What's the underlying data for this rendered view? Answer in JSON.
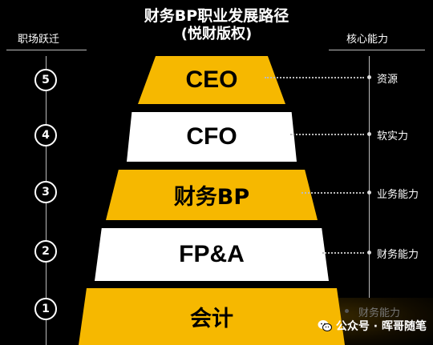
{
  "title": "财务BP职业发展路径",
  "subtitle": "(悦财版权)",
  "left_header": "职场跃迁",
  "right_header": "核心能力",
  "tiers": [
    {
      "level": "5",
      "label": "CEO",
      "skill": "资源",
      "color": "#F6B800"
    },
    {
      "level": "4",
      "label": "CFO",
      "skill": "软实力",
      "color": "#FFFFFF"
    },
    {
      "level": "3",
      "label": "财务BP",
      "skill": "业务能力",
      "color": "#F6B800"
    },
    {
      "level": "2",
      "label": "FP&A",
      "skill": "财务能力",
      "color": "#FFFFFF"
    },
    {
      "level": "1",
      "label": "会计",
      "skill": "财务能力",
      "color": "#F6B800"
    }
  ],
  "watermark": "公众号 · 晖哥随笔",
  "icons": {
    "watermark": "wechat-icon"
  }
}
